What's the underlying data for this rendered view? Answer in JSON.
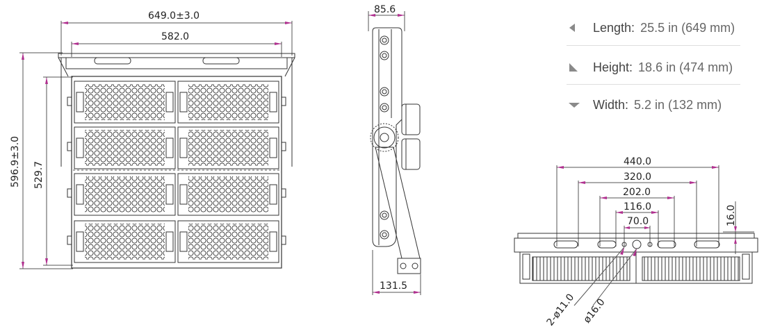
{
  "views": {
    "front": {
      "overall_width": "649.0±3.0",
      "inner_width": "582.0",
      "overall_height": "596.9±3.0",
      "inner_height": "529.7"
    },
    "side": {
      "top_depth": "85.6",
      "bracket_depth": "131.5"
    },
    "bottom": {
      "spacing_1": "440.0",
      "spacing_2": "320.0",
      "spacing_3": "202.0",
      "spacing_4": "116.0",
      "spacing_5": "70.0",
      "thickness": "16.0",
      "hole_small": "2-ø11.0",
      "hole_large": "ø16.0"
    }
  },
  "specs": [
    {
      "icon": "length-icon",
      "label": "Length:",
      "value": "25.5 in (649 mm)"
    },
    {
      "icon": "height-icon",
      "label": "Height:",
      "value": "18.6 in (474 mm)"
    },
    {
      "icon": "width-icon",
      "label": "Width:",
      "value": "5.2 in (132 mm)"
    }
  ],
  "colors": {
    "line": "#333333",
    "dimension_arrow": "#b0308f",
    "icon_gray": "#8a8a8a"
  }
}
